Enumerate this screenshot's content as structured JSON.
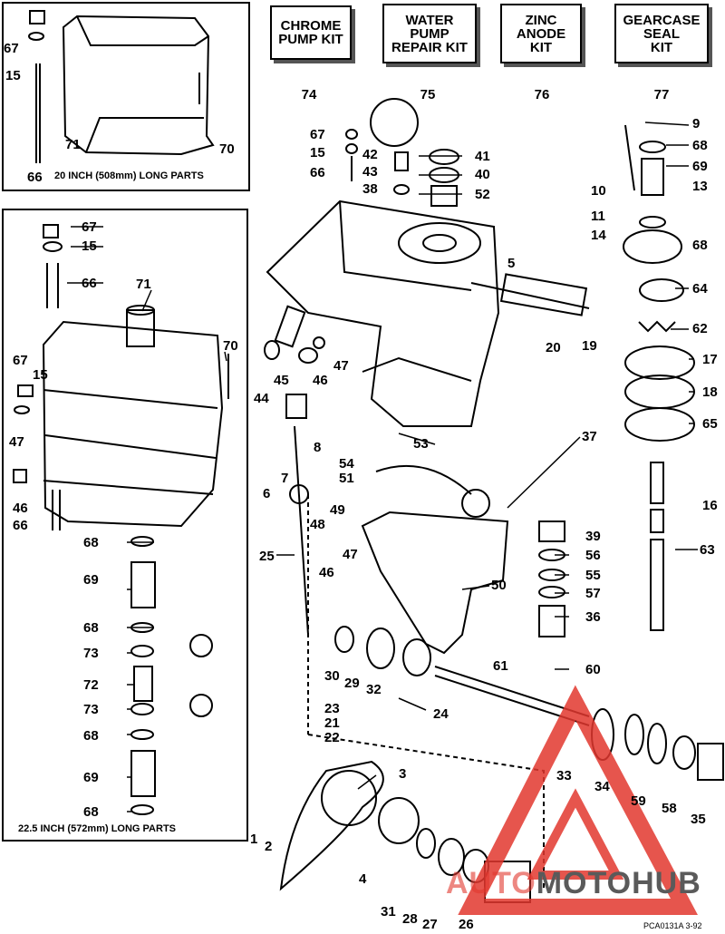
{
  "kits": [
    {
      "label": "CHROME\nPUMP KIT",
      "number": "74"
    },
    {
      "label": "WATER\nPUMP\nREPAIR KIT",
      "number": "75"
    },
    {
      "label": "ZINC\nANODE\nKIT",
      "number": "76"
    },
    {
      "label": "GEARCASE\nSEAL\nKIT",
      "number": "77"
    }
  ],
  "insets": {
    "top_caption": "20 INCH (508mm) LONG PARTS",
    "left_caption": "22.5 INCH (572mm) LONG PARTS"
  },
  "part_numbers": {
    "p1": "1",
    "p2": "2",
    "p3": "3",
    "p4": "4",
    "p5": "5",
    "p6": "6",
    "p7": "7",
    "p8": "8",
    "p9": "9",
    "p10": "10",
    "p11": "11",
    "p13": "13",
    "p14": "14",
    "p15": "15",
    "p16": "16",
    "p17": "17",
    "p18": "18",
    "p19": "19",
    "p20": "20",
    "p21": "21",
    "p22": "22",
    "p23": "23",
    "p24": "24",
    "p25": "25",
    "p26": "26",
    "p27": "27",
    "p28": "28",
    "p29": "29",
    "p30": "30",
    "p31": "31",
    "p32": "32",
    "p33": "33",
    "p34": "34",
    "p35": "35",
    "p36": "36",
    "p37": "37",
    "p38": "38",
    "p39": "39",
    "p40": "40",
    "p41": "41",
    "p42": "42",
    "p43": "43",
    "p44": "44",
    "p45": "45",
    "p46": "46",
    "p47": "47",
    "p48": "48",
    "p49": "49",
    "p50": "50",
    "p51": "51",
    "p52": "52",
    "p53": "53",
    "p54": "54",
    "p55": "55",
    "p56": "56",
    "p57": "57",
    "p58": "58",
    "p59": "59",
    "p60": "60",
    "p61": "61",
    "p62": "62",
    "p63": "63",
    "p64": "64",
    "p65": "65",
    "p66": "66",
    "p67": "67",
    "p68": "68",
    "p69": "69",
    "p70": "70",
    "p71": "71",
    "p72": "72",
    "p73": "73"
  },
  "footer_code": "PCA0131A  3-92",
  "watermark": {
    "prefix": "AUTO",
    "suffix": "MOTOHUB",
    "accent_color": "#e2382f",
    "text_color": "#5a5a5a"
  }
}
